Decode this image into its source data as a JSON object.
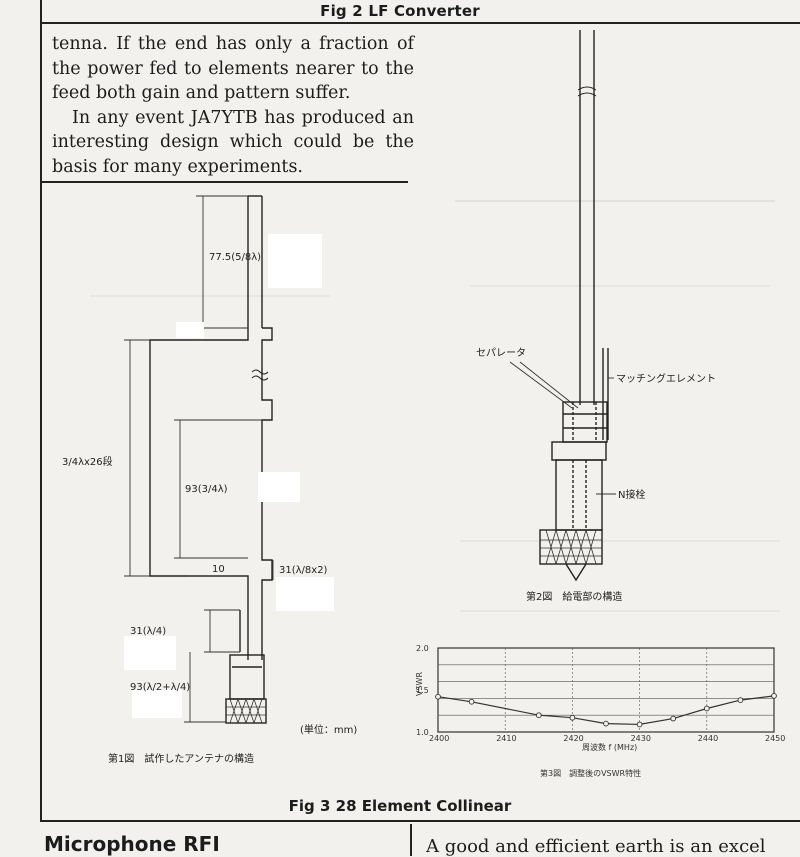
{
  "captions": {
    "top": "Fig 2 LF Converter",
    "bottom": "Fig 3 28 Element Collinear"
  },
  "body_text": {
    "paragraph1": "tenna. If the end has only a fraction of the power fed to elements nearer to the feed both gain and pattern suffer.",
    "paragraph2": "In any event JA7YTB has produced an interesting design which could be the basis for many experiments."
  },
  "fig1": {
    "dim_top": "77.5(5/8λ)",
    "dim_mid": "93(3/4λ)",
    "dim_left": "3/4λx26段",
    "dim_gap": "10",
    "dim_right": "31(λ/8x2)",
    "dim_quarter": "31(λ/4)",
    "dim_feed": "93(λ/2+λ/4)",
    "unit": "(単位：mm)",
    "caption": "第1図　試作したアンテナの構造"
  },
  "fig2": {
    "separator": "セパレータ",
    "matching": "マッチングエレメント",
    "connector": "N接栓",
    "caption": "第2図　給電部の構造"
  },
  "fig3": {
    "ylabel": "VSWR",
    "y_ticks": [
      "2.0",
      "1.5",
      "1.0"
    ],
    "x_ticks": [
      "2400",
      "2410",
      "2420",
      "2430",
      "2440",
      "2450"
    ],
    "xlabel": "周波数 f (MHz)",
    "caption": "第3図　調整後のVSWR特性"
  },
  "section": {
    "heading": "Microphone RFI",
    "next_column": "A good and efficient earth is an excel"
  },
  "chart_data": {
    "type": "line",
    "title": "",
    "xlabel": "周波数 f (MHz)",
    "ylabel": "VSWR",
    "xlim": [
      2400,
      2450
    ],
    "ylim": [
      1.0,
      2.0
    ],
    "series": [
      {
        "x": [
          2400,
          2405,
          2415,
          2420,
          2425,
          2430,
          2435,
          2440,
          2445,
          2450
        ],
        "values": [
          1.42,
          1.36,
          1.2,
          1.17,
          1.1,
          1.09,
          1.16,
          1.28,
          1.38,
          1.43
        ]
      }
    ]
  }
}
